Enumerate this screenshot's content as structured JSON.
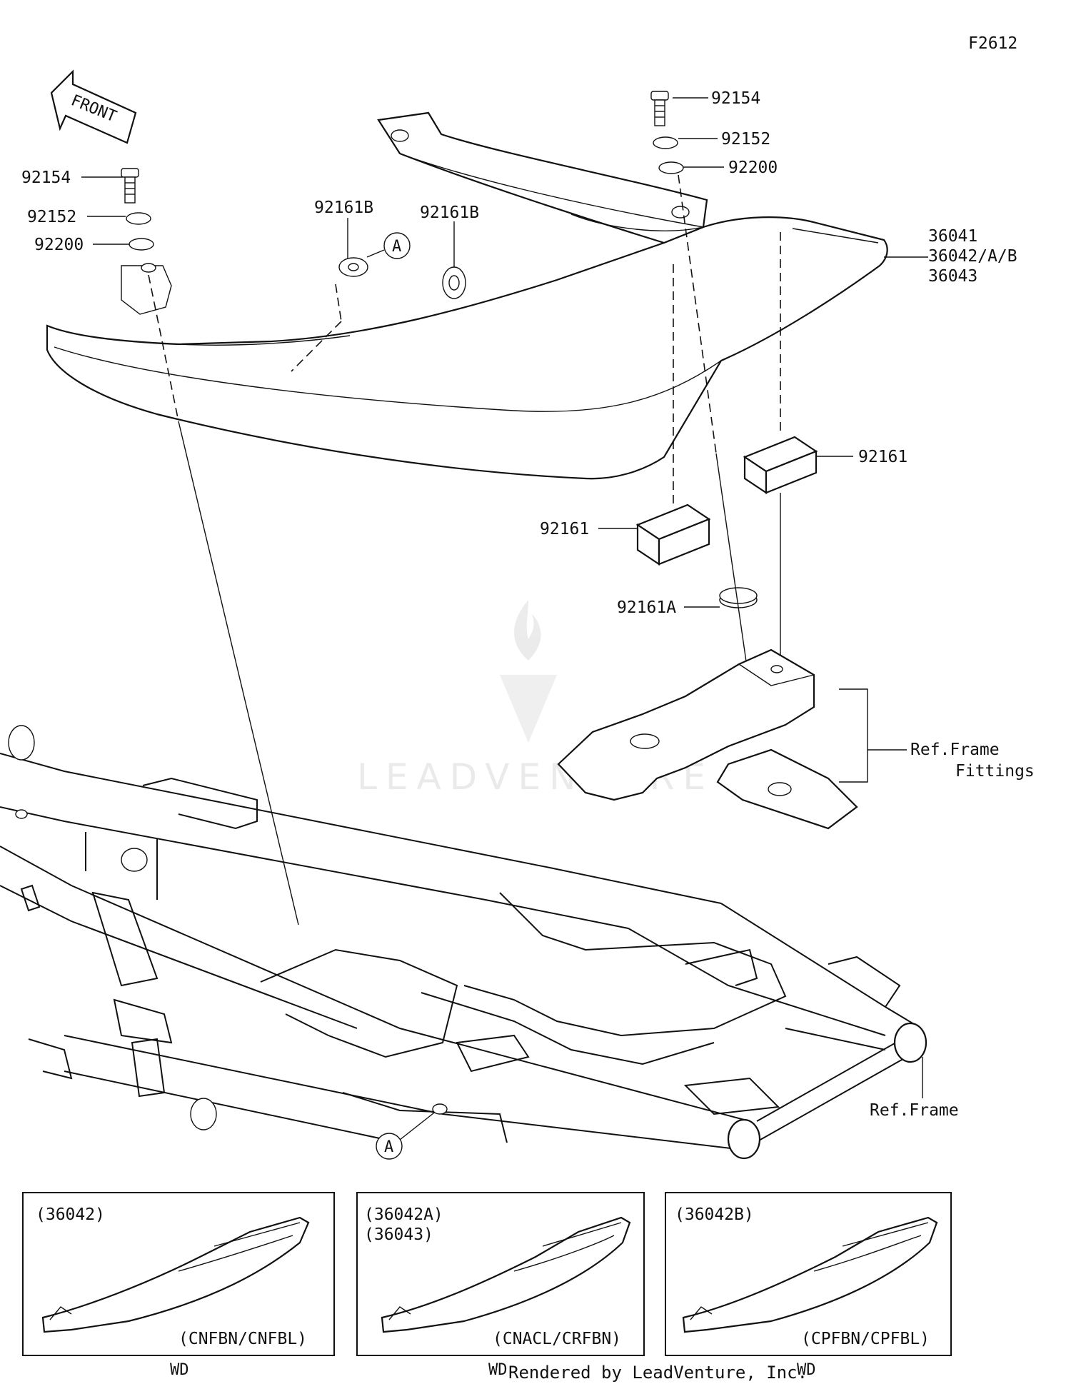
{
  "figure_code": "F2612",
  "front_label": "FRONT",
  "watermark": "LEADVENTURE",
  "callouts": {
    "bolt_left": "92154",
    "collar_left": "92152",
    "washer_left": "92200",
    "grommet_mid": "92161B",
    "grommet_right": "92161B",
    "ref_a_top": "A",
    "bolt_right": "92154",
    "collar_right": "92152",
    "washer_right": "92200",
    "cover_main_1": "36041",
    "cover_main_2": "36042/A/B",
    "cover_main_3": "36043",
    "pad_right": "92161",
    "pad_left": "92161",
    "grommet_lower": "92161A",
    "frame_fittings_1": "Ref.Frame",
    "frame_fittings_2": "Fittings",
    "ref_frame": "Ref.Frame",
    "ref_a_bottom": "A"
  },
  "variants": [
    {
      "codes": [
        "(36042)"
      ],
      "colors": "(CNFBN/CNFBL)",
      "market": "WD"
    },
    {
      "codes": [
        "(36042A)",
        "(36043)"
      ],
      "colors": "(CNACL/CRFBN)",
      "market": "WD"
    },
    {
      "codes": [
        "(36042B)"
      ],
      "colors": "(CPFBN/CPFBL)",
      "market": "WD"
    }
  ],
  "footer": "Rendered by LeadVenture, Inc."
}
